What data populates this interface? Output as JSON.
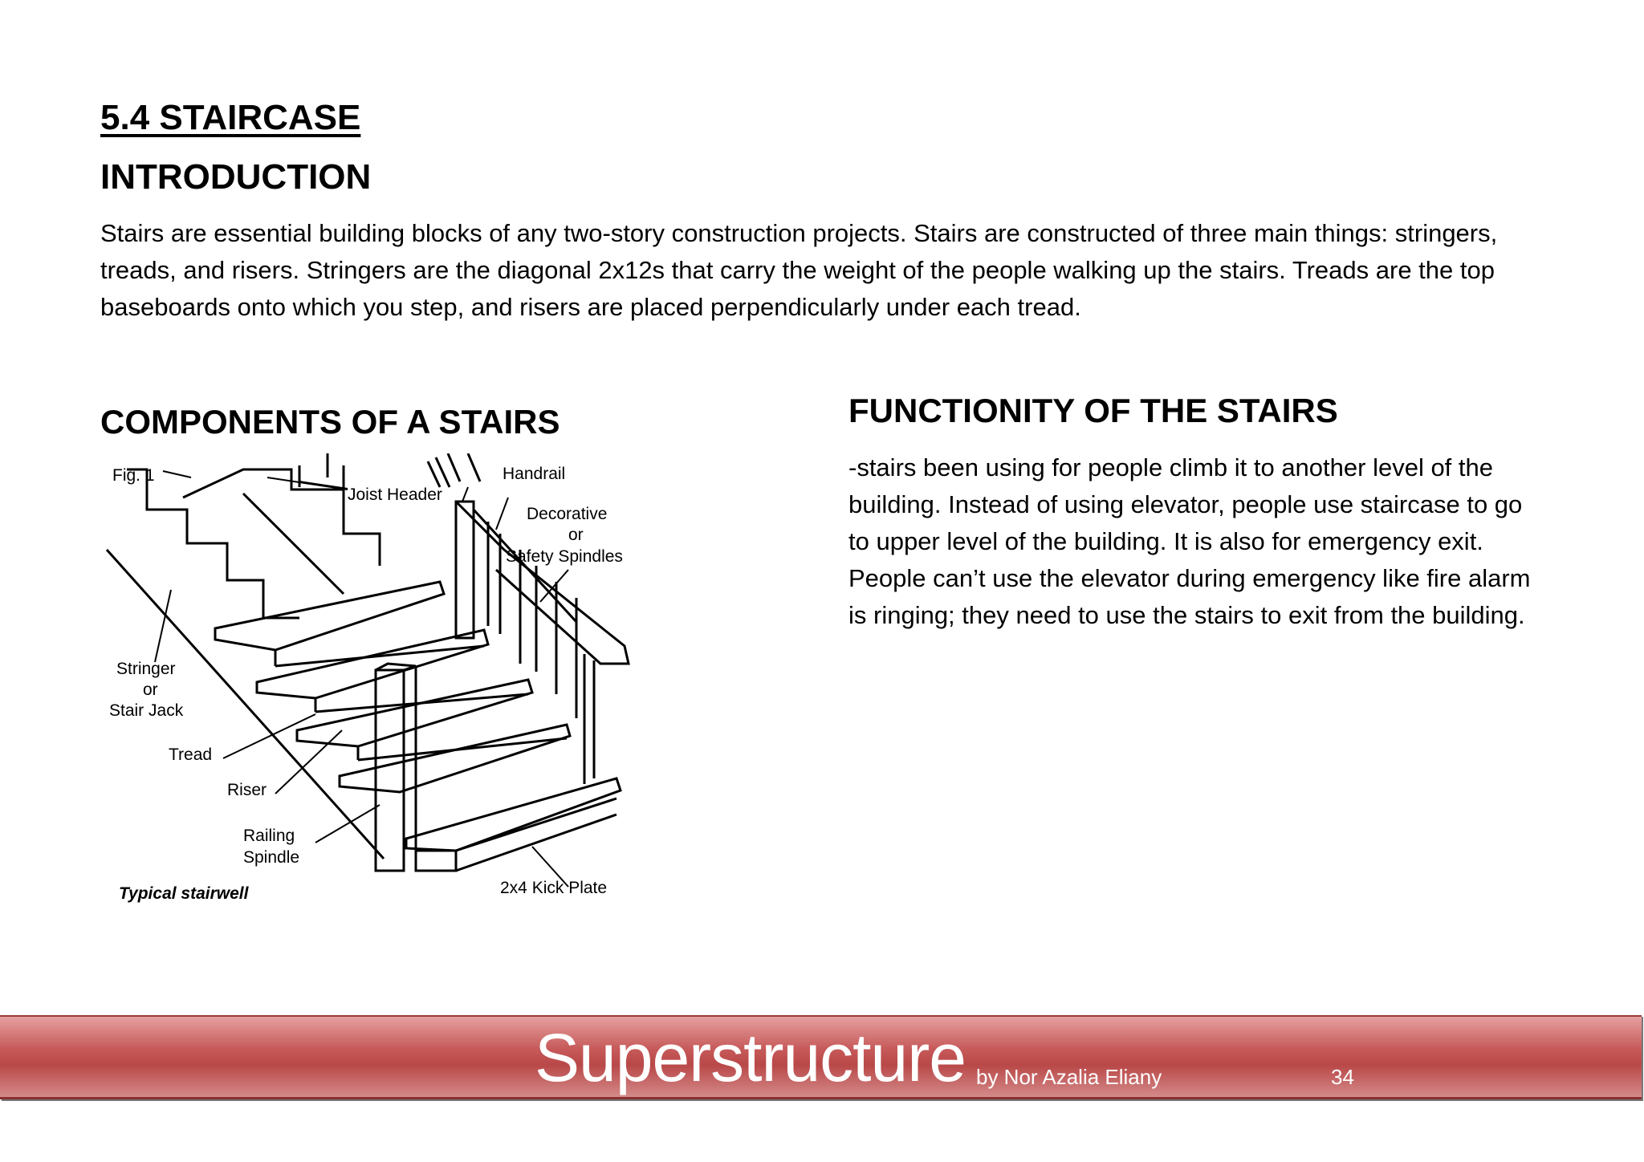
{
  "section": {
    "number_title": "5.4 STAIRCASE"
  },
  "introduction": {
    "heading": "INTRODUCTION",
    "body": "Stairs are essential building blocks of any two-story construction projects. Stairs are constructed of three main things: stringers, treads, and risers. Stringers are the diagonal 2x12s that carry the weight of the people walking up the stairs. Treads are the top baseboards onto which you step, and risers are placed perpendicularly under each tread."
  },
  "components": {
    "heading": "COMPONENTS OF A STAIRS",
    "figure": {
      "fig_label": "Fig. 1",
      "labels": {
        "joist_header": "Joist Header",
        "handrail": "Handrail",
        "decorative": "Decorative",
        "or1": "or",
        "safety_spindles": "Safety Spindles",
        "stringer": "Stringer",
        "or2": "or",
        "stair_jack": "Stair Jack",
        "tread": "Tread",
        "riser": "Riser",
        "railing": "Railing",
        "spindle": "Spindle",
        "kick_plate": "2x4 Kick Plate",
        "caption": "Typical stairwell"
      }
    }
  },
  "functionality": {
    "heading": "FUNCTIONITY OF THE STAIRS",
    "body": "-stairs been using for people climb it to another level of the building. Instead of using elevator, people use staircase to go to upper level of the building. It is also for emergency exit. People can’t use the elevator during emergency like fire alarm is ringing; they need to use the stairs to exit from the building."
  },
  "footer": {
    "title": "Superstructure",
    "author": "by Nor Azalia Eliany",
    "page_number": "34",
    "bar_color": "#c75a5a"
  }
}
